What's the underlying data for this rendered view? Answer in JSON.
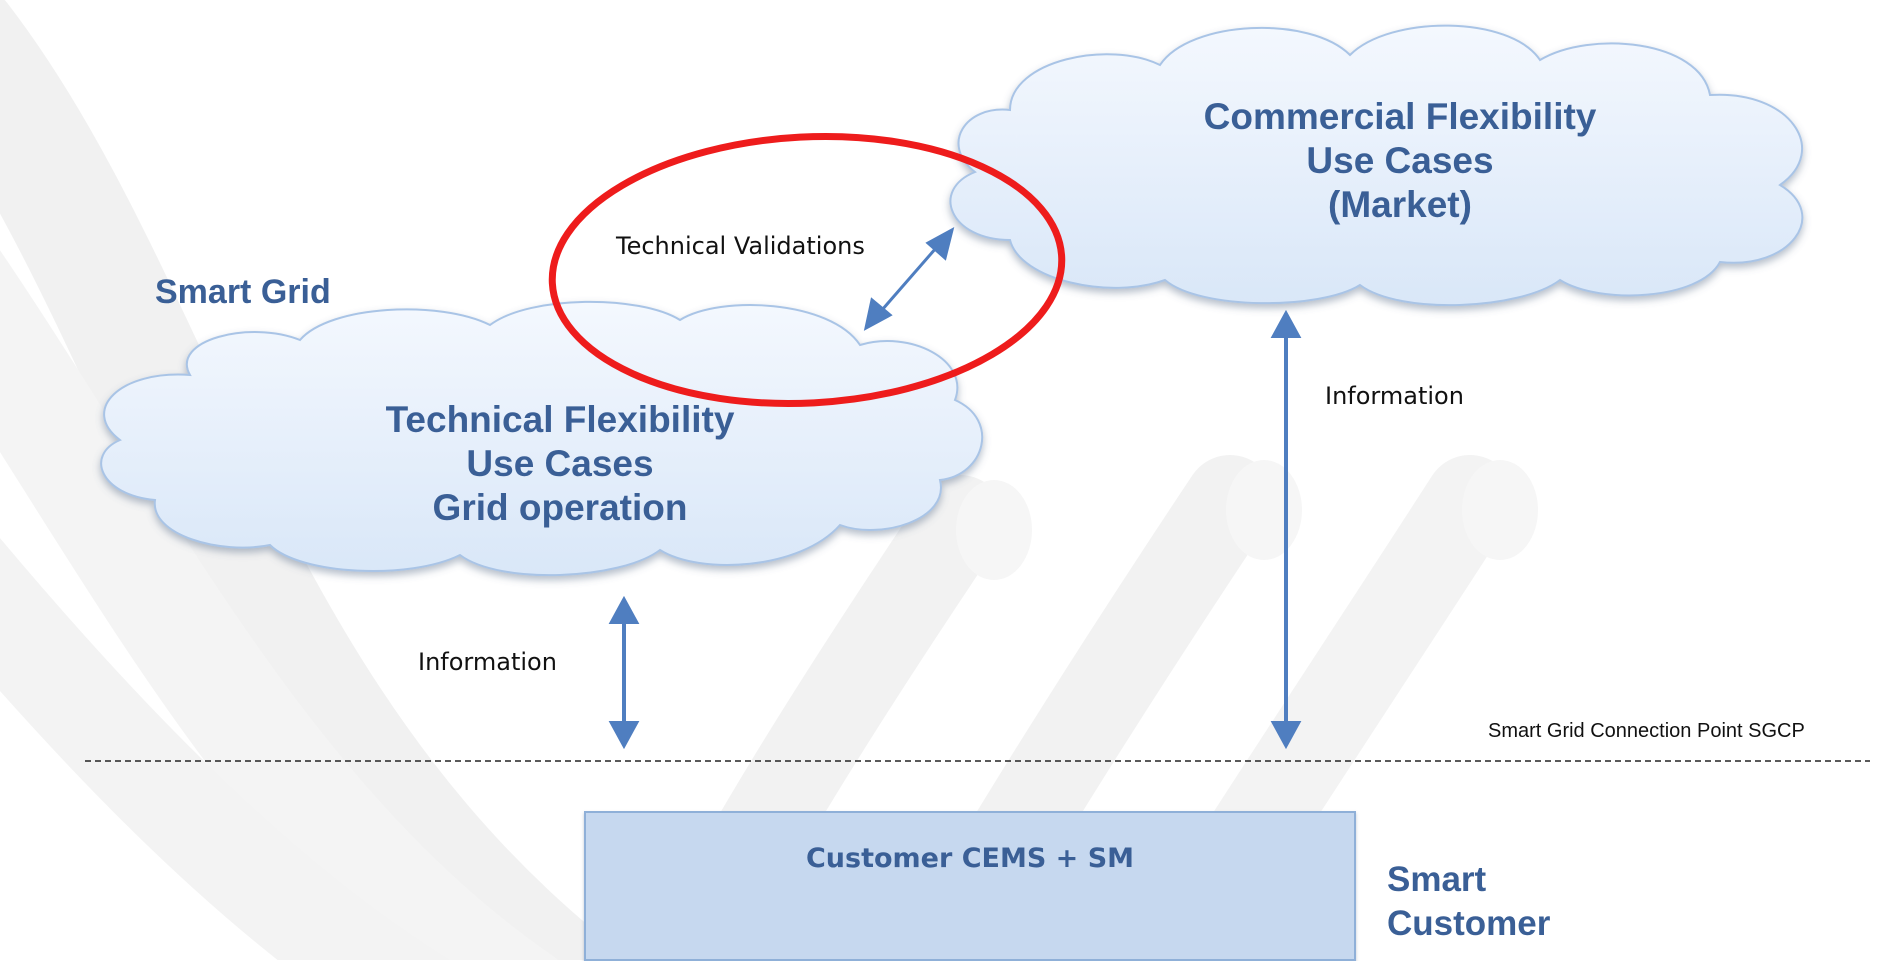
{
  "smart_grid_label": "Smart Grid",
  "commercial_cloud": {
    "line1": "Commercial Flexibility",
    "line2": "Use Cases",
    "line3": "(Market)"
  },
  "technical_cloud": {
    "line1": "Technical Flexibility",
    "line2": "Use Cases",
    "line3": "Grid operation"
  },
  "technical_validations_label": "Technical Validations",
  "information_label_left": "Information",
  "information_label_right": "Information",
  "sgcp_label": "Smart Grid Connection Point SGCP",
  "cems_box_label": "Customer CEMS + SM",
  "smart_customer": {
    "line1": "Smart",
    "line2": "Customer"
  },
  "colors": {
    "title_blue": "#3a5f96",
    "cloud_fill": "#e3eefb",
    "arrow_blue": "#4f7ec0",
    "highlight_red": "#ee1c1c",
    "box_fill": "#c6d8ef"
  }
}
